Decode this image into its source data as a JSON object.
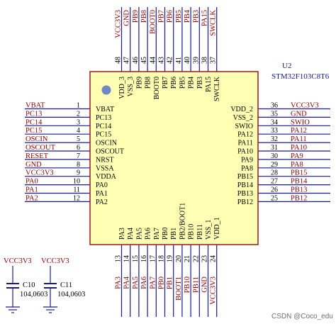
{
  "chip": {
    "designator": "U2",
    "part": "STM32F103C8T6",
    "body_color": "#ffffb4",
    "border_color": "#9a1a1a",
    "dot_color": "#6f86c8"
  },
  "colors": {
    "wire": "#1a1a8c",
    "net_label": "#8b0000",
    "pin_text": "#000000"
  },
  "left_pins": [
    {
      "num": "1",
      "name": "VBAT",
      "net": "VBAT"
    },
    {
      "num": "2",
      "name": "PC13",
      "net": "PC13"
    },
    {
      "num": "3",
      "name": "PC14",
      "net": "PC14"
    },
    {
      "num": "4",
      "name": "PC15",
      "net": "PC15"
    },
    {
      "num": "5",
      "name": "OSCIN",
      "net": "OSCIN"
    },
    {
      "num": "6",
      "name": "OSCOUT",
      "net": "OSCOUT"
    },
    {
      "num": "7",
      "name": "NRST",
      "net": "RESET"
    },
    {
      "num": "8",
      "name": "VSSA",
      "net": "GND"
    },
    {
      "num": "9",
      "name": "VDDA",
      "net": "VCC3V3"
    },
    {
      "num": "10",
      "name": "PA0",
      "net": "PA0"
    },
    {
      "num": "11",
      "name": "PA1",
      "net": "PA1"
    },
    {
      "num": "12",
      "name": "PA2",
      "net": "PA2"
    }
  ],
  "right_pins": [
    {
      "num": "36",
      "name": "VDD_2",
      "net": "VCC3V3"
    },
    {
      "num": "35",
      "name": "VSS_2",
      "net": "GND"
    },
    {
      "num": "34",
      "name": "SWIO",
      "net": "SWIO"
    },
    {
      "num": "33",
      "name": "PA12",
      "net": "PA12"
    },
    {
      "num": "32",
      "name": "PA11",
      "net": "PA11"
    },
    {
      "num": "31",
      "name": "PA10",
      "net": "PA10"
    },
    {
      "num": "30",
      "name": "PA9",
      "net": "PA9"
    },
    {
      "num": "29",
      "name": "PA8",
      "net": "PA8"
    },
    {
      "num": "28",
      "name": "PB15",
      "net": "PB15"
    },
    {
      "num": "27",
      "name": "PB14",
      "net": "PB14"
    },
    {
      "num": "26",
      "name": "PB13",
      "net": "PB13"
    },
    {
      "num": "25",
      "name": "PB12",
      "net": "PB12"
    }
  ],
  "top_pins": [
    {
      "num": "48",
      "name": "VDD_3",
      "net": "VCC3V3"
    },
    {
      "num": "47",
      "name": "VSS_3",
      "net": "GND"
    },
    {
      "num": "46",
      "name": "PB9",
      "net": "PB9"
    },
    {
      "num": "45",
      "name": "PB8",
      "net": "PB8"
    },
    {
      "num": "44",
      "name": "BOOT0",
      "net": "BOOT0"
    },
    {
      "num": "43",
      "name": "PB7",
      "net": "PB7"
    },
    {
      "num": "42",
      "name": "PB6",
      "net": "PB6"
    },
    {
      "num": "41",
      "name": "PB5",
      "net": "PB5"
    },
    {
      "num": "40",
      "name": "PB4",
      "net": "PB4"
    },
    {
      "num": "39",
      "name": "PB3",
      "net": "PB3"
    },
    {
      "num": "38",
      "name": "PA15",
      "net": "PA15"
    },
    {
      "num": "37",
      "name": "SWCLK",
      "net": "SWCLK"
    }
  ],
  "bottom_pins": [
    {
      "num": "13",
      "name": "PA3",
      "net": "PA3"
    },
    {
      "num": "14",
      "name": "PA4",
      "net": "PA4"
    },
    {
      "num": "15",
      "name": "PA5",
      "net": "PA5"
    },
    {
      "num": "16",
      "name": "PA6",
      "net": "PA6"
    },
    {
      "num": "17",
      "name": "PA7",
      "net": "PA7"
    },
    {
      "num": "18",
      "name": "PB0",
      "net": "PB0"
    },
    {
      "num": "19",
      "name": "PB1",
      "net": "PB1"
    },
    {
      "num": "20",
      "name": "PB2/BOOT1",
      "net": "BOOT1"
    },
    {
      "num": "21",
      "name": "PB10",
      "net": "PB10"
    },
    {
      "num": "22",
      "name": "PB11",
      "net": "PB11"
    },
    {
      "num": "23",
      "name": "VSS_1",
      "net": "GND"
    },
    {
      "num": "24",
      "name": "VDD_1",
      "net": "VCC3V3"
    }
  ],
  "capacitors": [
    {
      "ref": "C10",
      "value": "104,0603",
      "net": "VCC3V3"
    },
    {
      "ref": "C11",
      "value": "104,0603",
      "net": "VCC3V3"
    }
  ],
  "watermark": "CSDN @Coco_edu"
}
